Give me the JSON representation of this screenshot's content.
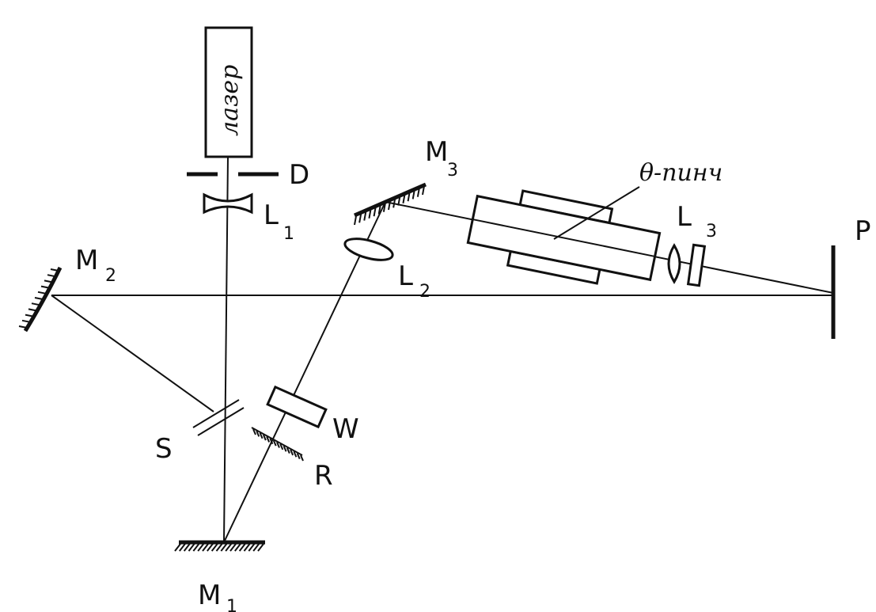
{
  "labels": {
    "laser": "лазер",
    "D": "D",
    "L1": "L",
    "L1_sub": "1",
    "L2": "L",
    "L2_sub": "2",
    "L3": "L",
    "L3_sub": "3",
    "M1": "M",
    "M1_sub": "1",
    "M2": "M",
    "M2_sub": "2",
    "M3": "M",
    "M3_sub": "3",
    "S": "S",
    "W": "W",
    "R": "R",
    "P": "P",
    "theta_pinch": "θ-пинч"
  }
}
